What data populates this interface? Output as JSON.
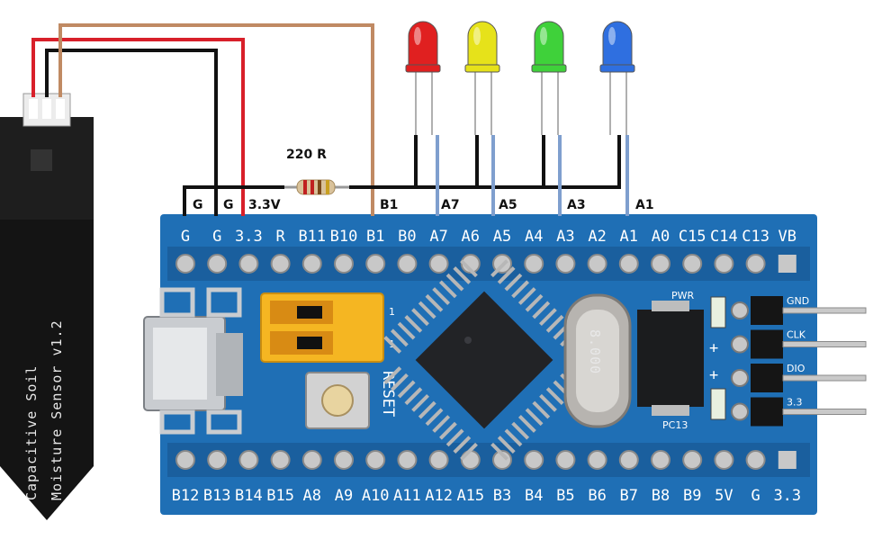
{
  "board": {
    "color": "#1f6fb5",
    "top_pins": [
      "G",
      "G",
      "3.3",
      "R",
      "B11",
      "B10",
      "B1",
      "B0",
      "A7",
      "A6",
      "A5",
      "A4",
      "A3",
      "A2",
      "A1",
      "A0",
      "C15",
      "C14",
      "C13",
      "VB"
    ],
    "bottom_pins": [
      "B12",
      "B13",
      "B14",
      "B15",
      "A8",
      "A9",
      "A10",
      "A11",
      "A12",
      "A15",
      "B3",
      "B4",
      "B5",
      "B6",
      "B7",
      "B8",
      "B9",
      "5V",
      "G",
      "3.3"
    ],
    "reset_label": "RESET",
    "pwr_label": "PWR",
    "pc13_label": "PC13",
    "jumper_marks": [
      "1",
      "1"
    ],
    "plus_marks": [
      "+",
      "+"
    ],
    "crystal_text": "8.000",
    "side_pins": [
      "GND",
      "CLK",
      "DIO",
      "3.3"
    ]
  },
  "sensor": {
    "label_line1": "Capacitive  Soil",
    "label_line2": "Moisture Sensor v1.2"
  },
  "wiring": {
    "resistor_label": "220 R",
    "wire_labels": [
      "G",
      "G",
      "3.3V",
      "B1",
      "A7",
      "A5",
      "A3",
      "A1"
    ],
    "wire_colors": {
      "black": "#111111",
      "red": "#d8202a",
      "brown": "#c08a63",
      "blue": "#7f9fce"
    }
  },
  "leds": [
    {
      "color": "#e02020",
      "pin": "A7"
    },
    {
      "color": "#e6e21a",
      "pin": "A5"
    },
    {
      "color": "#3fd13a",
      "pin": "A3"
    },
    {
      "color": "#2f6fe0",
      "pin": "A1"
    }
  ]
}
